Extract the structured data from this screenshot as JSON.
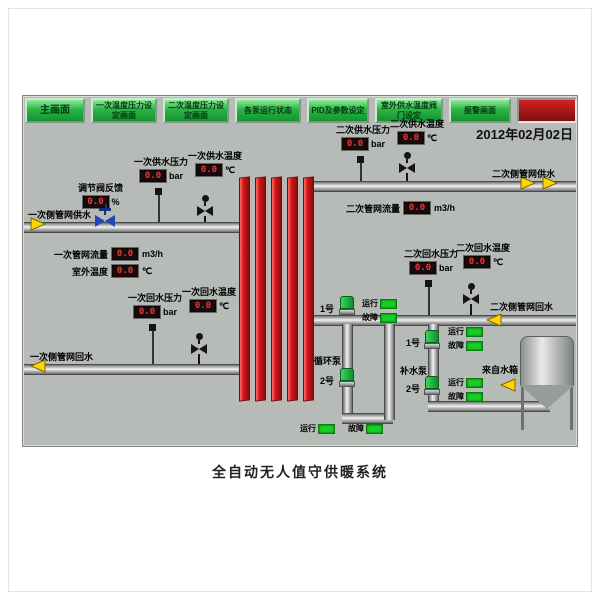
{
  "header": {
    "date": "2012年02月02日"
  },
  "caption": "全自动无人值守供暖系统",
  "toolbar": {
    "buttons": [
      "主画面",
      "一次温度压力设定画面",
      "二次温度压力设定画面",
      "各泵运行状态",
      "PID及参数设定",
      "室外供水温度阀门设定",
      "报警画面"
    ]
  },
  "displays": {
    "valve_feedback": {
      "label": "调节阀反馈",
      "value": "0.0",
      "unit": "%"
    },
    "primary_supply_pressure": {
      "label": "一次供水压力",
      "value": "0.0",
      "unit": "bar"
    },
    "primary_supply_temp": {
      "label": "一次供水温度",
      "value": "0.0",
      "unit": "℃"
    },
    "secondary_supply_pressure": {
      "label": "二次供水压力",
      "value": "0.0",
      "unit": "bar"
    },
    "secondary_supply_temp": {
      "label": "二次供水温度",
      "value": "0.0",
      "unit": "℃"
    },
    "secondary_flow": {
      "label": "二次管网流量",
      "value": "0.0",
      "unit": "m3/h"
    },
    "primary_flow": {
      "label": "一次管网流量",
      "value": "0.0",
      "unit": "m3/h"
    },
    "outdoor_temp": {
      "label": "室外温度",
      "value": "0.0",
      "unit": "℃"
    },
    "primary_return_pressure": {
      "label": "一次回水压力",
      "value": "0.0",
      "unit": "bar"
    },
    "primary_return_temp": {
      "label": "一次回水温度",
      "value": "0.0",
      "unit": "℃"
    },
    "secondary_return_pressure": {
      "label": "二次回水压力",
      "value": "0.0",
      "unit": "bar"
    },
    "secondary_return_temp": {
      "label": "二次回水温度",
      "value": "0.0",
      "unit": "℃"
    }
  },
  "pipe_labels": {
    "primary_supply": "一次侧管网供水",
    "secondary_supply": "二次侧管网供水",
    "primary_return": "一次侧管网回水",
    "secondary_return": "二次侧管网回水",
    "from_tank": "来自水箱"
  },
  "pumps": {
    "circulation": {
      "title": "循环泵",
      "pump1": "1号",
      "pump2": "2号",
      "run": "运行",
      "fault": "故障"
    },
    "makeup": {
      "title": "补水泵",
      "pump1": "1号",
      "pump2": "2号",
      "run": "运行",
      "fault": "故障"
    }
  },
  "colors": {
    "button_green": "#2ab546",
    "alarm_red": "#b31212",
    "plate_red": "#d01616",
    "lamp_green": "#19cf23",
    "digit_red": "#e63c3c"
  }
}
